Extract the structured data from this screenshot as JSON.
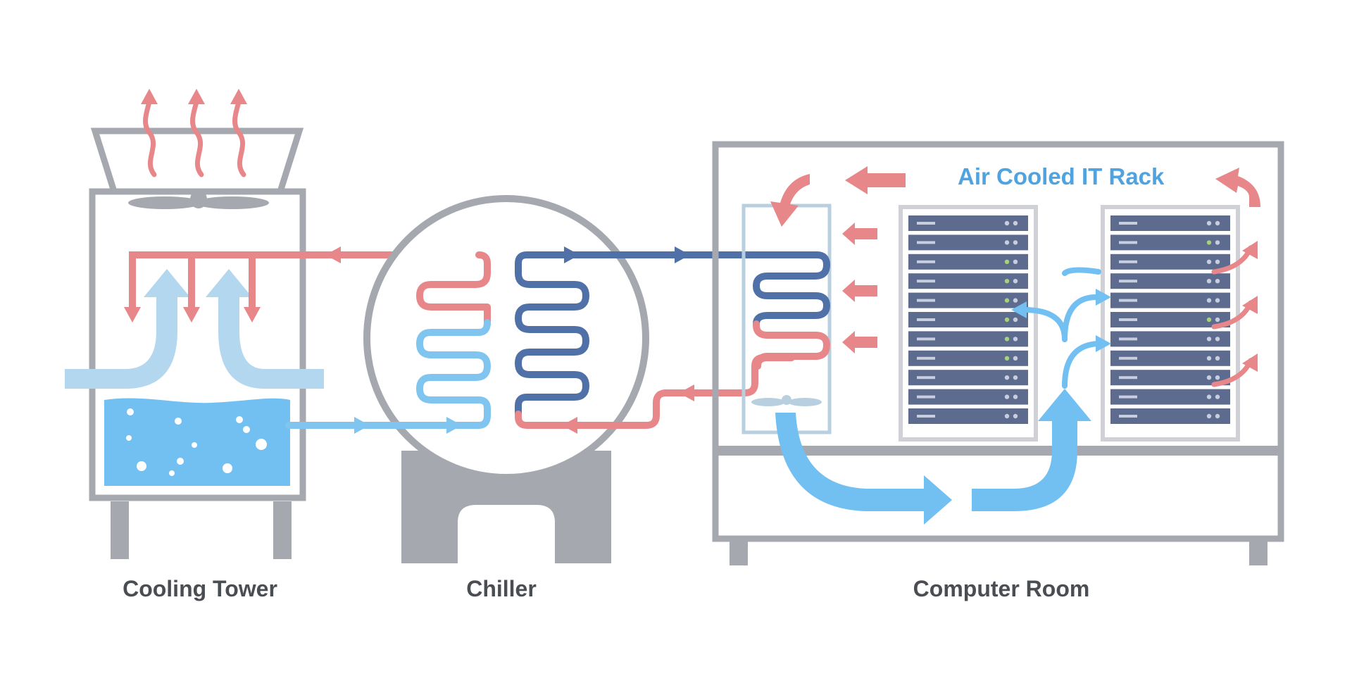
{
  "labels": {
    "cooling_tower": "Cooling Tower",
    "chiller": "Chiller",
    "computer_room": "Computer Room",
    "rack_title": "Air Cooled IT Rack"
  },
  "colors": {
    "hot": "#e8878a",
    "cold": "#80c4f0",
    "chilled": "#4f71a8",
    "air_light": "#b4d7f0",
    "air": "#72bff2",
    "structure": "#a6a8b0",
    "server_face": "#5c6b8e",
    "led": "#a5d27a",
    "label": "#4a4d52"
  },
  "components": [
    {
      "id": "cooling-tower",
      "label": "Cooling Tower"
    },
    {
      "id": "chiller",
      "label": "Chiller"
    },
    {
      "id": "computer-room",
      "label": "Computer Room"
    }
  ]
}
